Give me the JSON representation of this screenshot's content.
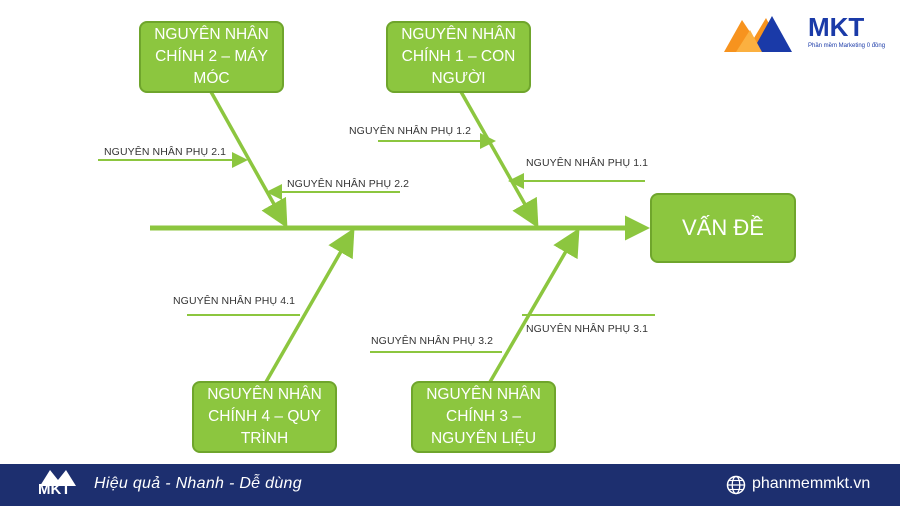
{
  "brand": {
    "name": "MKT",
    "tagline": "Phần mềm Marketing 0 đồng",
    "colors": {
      "orange": "#f7931e",
      "blue": "#1a3aa8",
      "footer": "#1d2f6f",
      "green": "#8cc63f"
    }
  },
  "diagram": {
    "effect": "VẤN ĐỀ",
    "main_causes": {
      "c1": "NGUYÊN NHÂN CHÍNH 1 – CON NGƯỜI",
      "c2": "NGUYÊN NHÂN CHÍNH 2 – MÁY MÓC",
      "c3": "NGUYÊN NHÂN CHÍNH 3 – NGUYÊN LIỆU",
      "c4": "NGUYÊN NHÂN CHÍNH 4 – QUY TRÌNH"
    },
    "sub_causes": {
      "s11": "NGUYÊN NHÂN PHỤ 1.1",
      "s12": "NGUYÊN NHÂN PHỤ 1.2",
      "s21": "NGUYÊN NHÂN PHỤ 2.1",
      "s22": "NGUYÊN NHÂN PHỤ 2.2",
      "s31": "NGUYÊN NHÂN PHỤ 3.1",
      "s32": "NGUYÊN NHÂN PHỤ 3.2",
      "s41": "NGUYÊN NHÂN PHỤ 4.1"
    }
  },
  "footer": {
    "logo_text": "MKT",
    "slogan": "Hiệu quả - Nhanh - Dễ dùng",
    "website": "phanmemmkt.vn",
    "globe_icon": "globe-icon"
  }
}
